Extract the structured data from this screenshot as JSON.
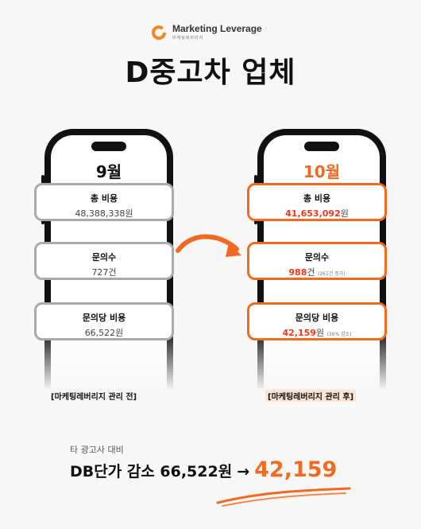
{
  "brand": {
    "name": "Marketing Leverage",
    "sub": "마케팅레버리지"
  },
  "title": "D중고차 업체",
  "left": {
    "month": "9월",
    "cards": [
      {
        "label": "총 비용",
        "value": "48,388,338원"
      },
      {
        "label": "문의수",
        "value": "727건"
      },
      {
        "label": "문의당 비용",
        "value": "66,522원"
      }
    ],
    "caption": "[마케팅레버리지 관리 전]"
  },
  "right": {
    "month": "10월",
    "cards": [
      {
        "label": "총 비용",
        "number": "41,653,092",
        "unit": "원",
        "note": ""
      },
      {
        "label": "문의수",
        "number": "988",
        "unit": "건",
        "note": "(261건 증가)"
      },
      {
        "label": "문의당 비용",
        "number": "42,159",
        "unit": "원",
        "note": "(36% 감소)"
      }
    ],
    "caption": "[마케팅레버리지 관리 후]"
  },
  "summary": {
    "sub": "타 광고사 대비",
    "headline": "DB단가 감소 66,522원",
    "arrow": "→",
    "big": "42,159"
  },
  "colors": {
    "accent": "#f26a21",
    "highlight": "#f2381d"
  }
}
